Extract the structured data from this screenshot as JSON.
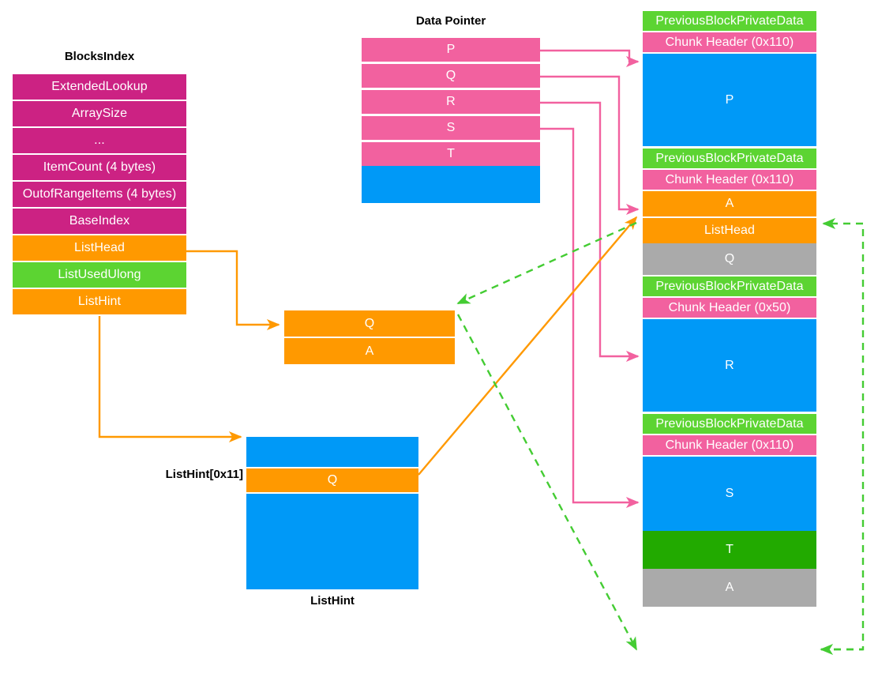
{
  "colors": {
    "magenta": "#cc2283",
    "pink": "#f2619f",
    "orange": "#f90",
    "green_light": "#5cd432",
    "green_dark": "#22aa00",
    "blue": "#0099f7",
    "gray": "#aaaaaa",
    "arrow_pink": "#f2619f",
    "arrow_orange": "#f90",
    "arrow_green": "#44cc33"
  },
  "blocks_index": {
    "title": "BlocksIndex",
    "rows": [
      {
        "label": "ExtendedLookup",
        "color": "magenta"
      },
      {
        "label": "ArraySize",
        "color": "magenta"
      },
      {
        "label": "...",
        "color": "magenta"
      },
      {
        "label": "ItemCount (4 bytes)",
        "color": "magenta"
      },
      {
        "label": "OutofRangeItems (4 bytes)",
        "color": "magenta"
      },
      {
        "label": "BaseIndex",
        "color": "magenta"
      },
      {
        "label": "ListHead",
        "color": "orange"
      },
      {
        "label": "ListUsedUlong",
        "color": "green_light"
      },
      {
        "label": "ListHint",
        "color": "orange"
      }
    ]
  },
  "data_pointer": {
    "title": "Data Pointer",
    "rows": [
      {
        "label": "P",
        "color": "pink"
      },
      {
        "label": "Q",
        "color": "pink"
      },
      {
        "label": "R",
        "color": "pink"
      },
      {
        "label": "S",
        "color": "pink"
      },
      {
        "label": "T",
        "color": "pink"
      },
      {
        "label": "",
        "color": "blue"
      }
    ]
  },
  "list_entry": {
    "rows": [
      {
        "label": "Q",
        "color": "orange"
      },
      {
        "label": "A",
        "color": "orange"
      }
    ]
  },
  "list_hint": {
    "title": "ListHint",
    "index_label": "ListHint[0x11]",
    "rows": [
      {
        "label": "",
        "color": "blue"
      },
      {
        "label": "Q",
        "color": "orange"
      },
      {
        "label": "",
        "color": "blue"
      }
    ]
  },
  "heap": {
    "rows": [
      {
        "label": "PreviousBlockPrivateData",
        "color": "green_light"
      },
      {
        "label": "Chunk Header (0x110)",
        "color": "pink"
      },
      {
        "label": "P",
        "color": "blue"
      },
      {
        "label": "PreviousBlockPrivateData",
        "color": "green_light"
      },
      {
        "label": "Chunk Header (0x110)",
        "color": "pink"
      },
      {
        "label": "A",
        "color": "orange"
      },
      {
        "label": "ListHead",
        "color": "orange"
      },
      {
        "label": "Q",
        "color": "gray"
      },
      {
        "label": "PreviousBlockPrivateData",
        "color": "green_light"
      },
      {
        "label": "Chunk Header (0x50)",
        "color": "pink"
      },
      {
        "label": "R",
        "color": "blue"
      },
      {
        "label": "PreviousBlockPrivateData",
        "color": "green_light"
      },
      {
        "label": "Chunk Header (0x110)",
        "color": "pink"
      },
      {
        "label": "S",
        "color": "blue"
      },
      {
        "label": "T",
        "color": "green_dark"
      },
      {
        "label": "A",
        "color": "gray"
      }
    ]
  }
}
